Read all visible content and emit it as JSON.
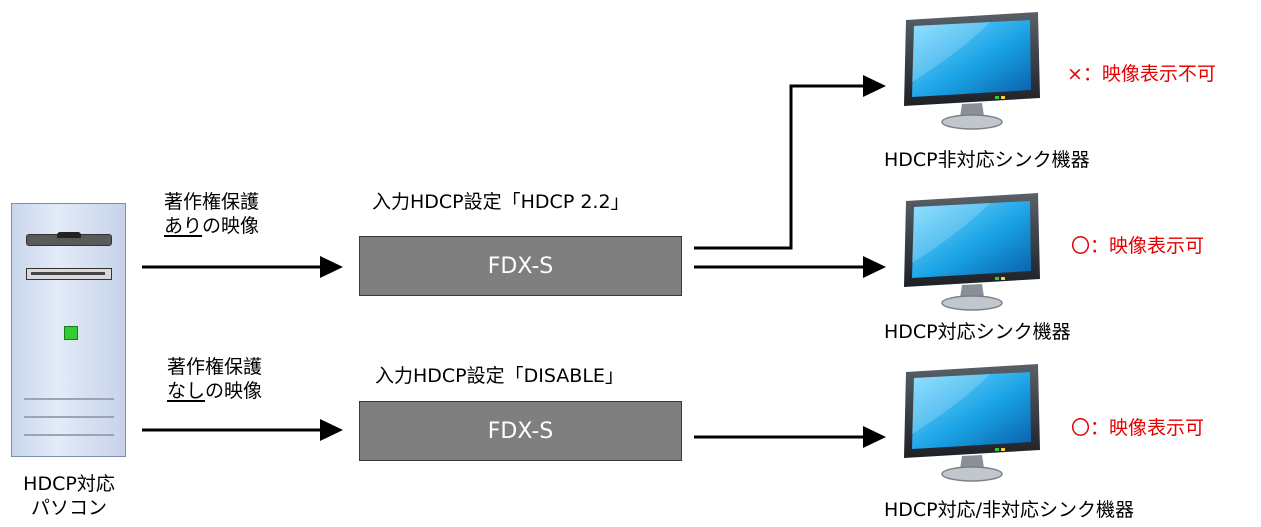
{
  "pc": {
    "label_line1": "HDCP対応",
    "label_line2": "パソコン"
  },
  "paths": [
    {
      "content_line1": "著作権保護",
      "content_underlined": "あり",
      "content_suffix": "の映像",
      "setting_label": "入力HDCP設定「HDCP 2.2」",
      "device_name": "FDX-S"
    },
    {
      "content_line1": "著作権保護",
      "content_underlined": "なし",
      "content_suffix": "の映像",
      "setting_label": "入力HDCP設定「DISABLE」",
      "device_name": "FDX-S"
    }
  ],
  "sinks": [
    {
      "status_text": "×：映像表示不可",
      "caption": "HDCP非対応シンク機器"
    },
    {
      "status_text": "〇：映像表示可",
      "caption": "HDCP対応シンク機器"
    },
    {
      "status_text": "〇：映像表示可",
      "caption": "HDCP対応/非対応シンク機器"
    }
  ],
  "colors": {
    "status": "#e60000",
    "device_box": "#7f7f7f",
    "screen": "#1aa3e6"
  }
}
